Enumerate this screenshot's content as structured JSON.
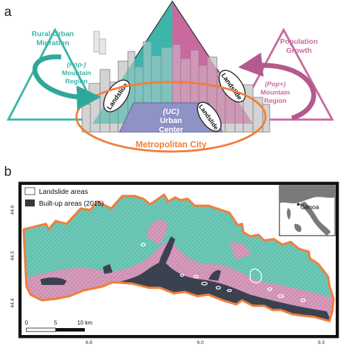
{
  "panel_a": {
    "label": "a",
    "left_triangle": {
      "title_line1": "Rural-Urban",
      "title_line2": "Migration",
      "sub_line1": "(Pop-)",
      "sub_line2": "Mountain",
      "sub_line3": "Region"
    },
    "right_triangle": {
      "title_line1": "Population",
      "title_line2": "Growth",
      "sub_line1": "(Pop+)",
      "sub_line2": "Mountain",
      "sub_line3": "Region"
    },
    "landslide_left": "Landslide",
    "landslide_right": "Landslide",
    "landslide_center": "Landslide",
    "urban_center_line1": "(UC)",
    "urban_center_line2": "Urban",
    "urban_center_line3": "Center",
    "metropolitan": "Metropolitan City",
    "colors": {
      "teal": "#3eb5aa",
      "pink": "#c96a9e",
      "orange": "#f07f3c",
      "urban": "#8e92c4",
      "building": "#d3d3d3"
    }
  },
  "panel_b": {
    "label": "b",
    "legend": [
      {
        "label": "Landslide areas",
        "color": "#ffffff"
      },
      {
        "label": "Built-up areas (2015)",
        "color": "#3a3a3a"
      }
    ],
    "inset_label": "Genoa",
    "y_ticks": [
      "44.6",
      "44.5",
      "44.4"
    ],
    "x_ticks": [
      "8.8",
      "9.0",
      "9.3"
    ],
    "scale_bar": [
      "0",
      "5",
      "10 km"
    ],
    "colors": {
      "teal": "#6fc9b8",
      "pink": "#d69bbd",
      "built": "#3c4150",
      "border": "#f07f3c"
    }
  }
}
